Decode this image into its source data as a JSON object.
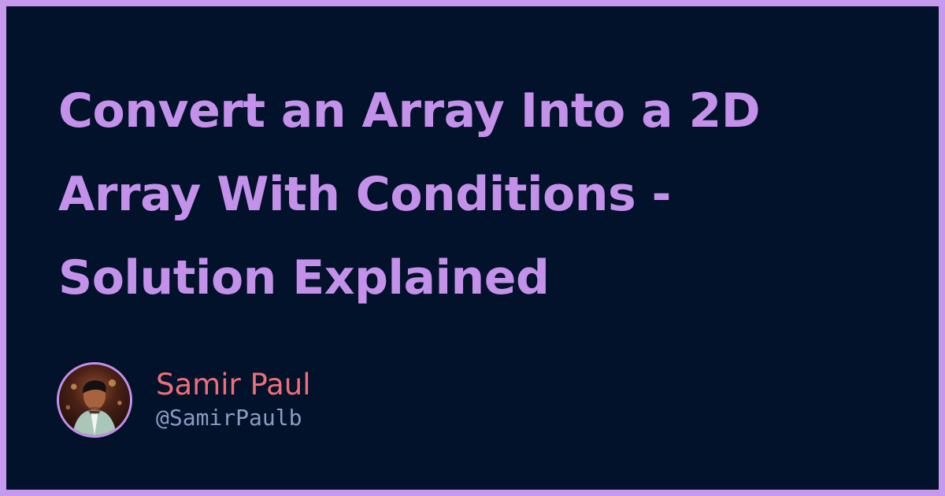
{
  "article": {
    "title_lines": [
      "Convert an Array Into a 2D",
      "Array With Conditions -",
      "Solution Explained"
    ]
  },
  "author": {
    "name": "Samir Paul",
    "handle": "@SamirPaulb"
  },
  "colors": {
    "frame": "#c799ee",
    "background": "#02122a",
    "title": "#c491ea",
    "author_name": "#ef6f79",
    "author_handle": "#8f9ac2"
  }
}
